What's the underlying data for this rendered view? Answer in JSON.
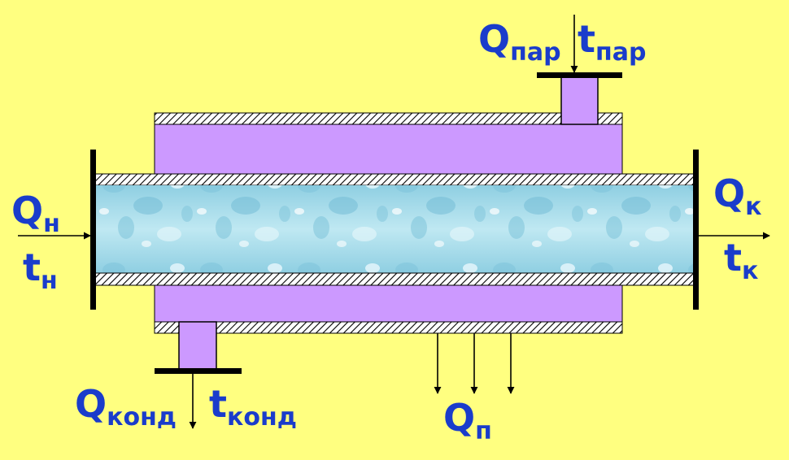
{
  "labels": {
    "q_steam_main": "Q",
    "q_steam_sub": "пар",
    "t_steam_main": "t",
    "t_steam_sub": "пар",
    "q_in_main": "Q",
    "q_in_sub": "н",
    "t_in_main": "t",
    "t_in_sub": "н",
    "q_out_main": "Q",
    "q_out_sub": "к",
    "t_out_main": "t",
    "t_out_sub": "к",
    "q_cond_main": "Q",
    "q_cond_sub": "конд",
    "t_cond_main": "t",
    "t_cond_sub": "конд",
    "q_loss_main": "Q",
    "q_loss_sub": "п"
  },
  "colors": {
    "background": "#FFFF80",
    "jacket": "#CC99FF",
    "liquid": "#A8DDEA",
    "label": "#1A3CCB",
    "line": "#000000"
  }
}
